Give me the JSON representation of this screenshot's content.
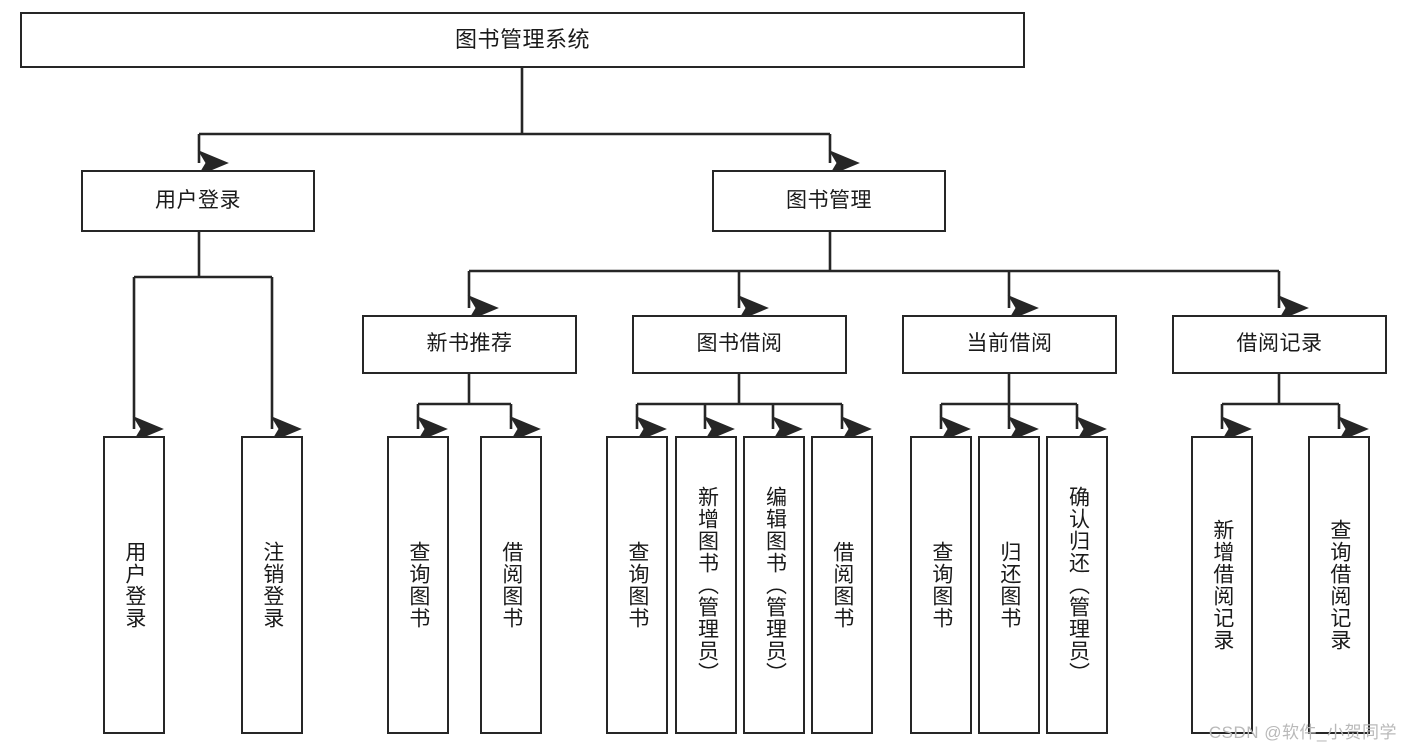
{
  "diagram": {
    "title": "图书管理系统",
    "watermark": "CSDN @软件_小贺同学",
    "root": {
      "label": "图书管理系统"
    },
    "level1": [
      {
        "id": "user-login",
        "label": "用户登录"
      },
      {
        "id": "book-manage",
        "label": "图书管理"
      }
    ],
    "level2": [
      {
        "id": "new-book-recommend",
        "label": "新书推荐"
      },
      {
        "id": "book-borrow",
        "label": "图书借阅"
      },
      {
        "id": "current-borrow",
        "label": "当前借阅"
      },
      {
        "id": "borrow-record",
        "label": "借阅记录"
      }
    ],
    "leaves": {
      "user_login": [
        {
          "id": "leaf-user-login",
          "label": "用户登录"
        },
        {
          "id": "leaf-logout-login",
          "label": "注销登录"
        }
      ],
      "new_book_recommend": [
        {
          "id": "leaf-query-book-1",
          "label": "查询图书"
        },
        {
          "id": "leaf-borrow-book-1",
          "label": "借阅图书"
        }
      ],
      "book_borrow": [
        {
          "id": "leaf-query-book-2",
          "label": "查询图书"
        },
        {
          "id": "leaf-add-book",
          "label": "新增图书（管理员）"
        },
        {
          "id": "leaf-edit-book",
          "label": "编辑图书（管理员）"
        },
        {
          "id": "leaf-borrow-book-2",
          "label": "借阅图书"
        }
      ],
      "current_borrow": [
        {
          "id": "leaf-query-book-3",
          "label": "查询图书"
        },
        {
          "id": "leaf-return-book",
          "label": "归还图书"
        },
        {
          "id": "leaf-confirm-return",
          "label": "确认归还（管理员）"
        }
      ],
      "borrow_record": [
        {
          "id": "leaf-add-record",
          "label": "新增借阅记录"
        },
        {
          "id": "leaf-query-record",
          "label": "查询借阅记录"
        }
      ]
    },
    "colors": {
      "stroke": "#262626",
      "fill": "#ffffff",
      "text": "#1a1a1a",
      "watermark": "#b9b9b9"
    }
  }
}
